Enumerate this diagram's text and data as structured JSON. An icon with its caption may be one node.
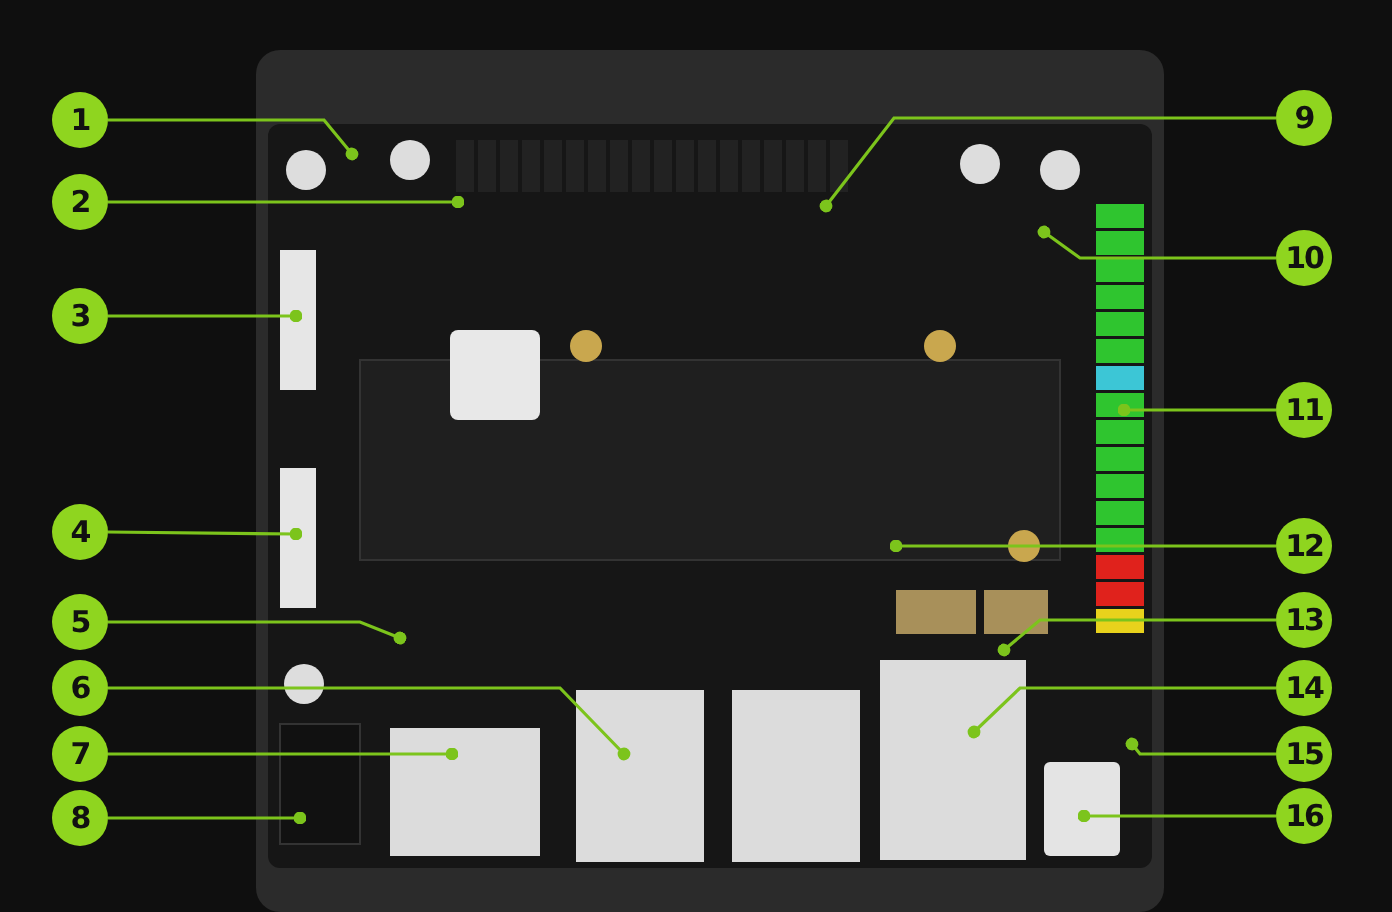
{
  "diagram": {
    "nodes": [
      {
        "text": [
          "1"
        ]
      },
      {
        "text": [
          "2"
        ]
      },
      {
        "text": [
          "3"
        ]
      },
      {
        "text": [
          "4"
        ]
      },
      {
        "text": [
          "5"
        ]
      },
      {
        "text": [
          "6"
        ]
      },
      {
        "text": [
          "7"
        ]
      },
      {
        "text": [
          "8"
        ]
      },
      {
        "text": [
          "9"
        ]
      },
      {
        "text": [
          "10"
        ]
      },
      {
        "text": [
          "11"
        ]
      },
      {
        "text": [
          "12"
        ]
      },
      {
        "text": [
          "13"
        ]
      },
      {
        "text": [
          "14"
        ]
      },
      {
        "text": [
          "15"
        ]
      },
      {
        "text": [
          "16"
        ]
      }
    ],
    "edges": [
      {
        "from": 0,
        "to": null,
        "arrow": "other"
      },
      {
        "from": 1,
        "to": null,
        "arrow": "other"
      },
      {
        "from": 2,
        "to": null,
        "arrow": "other"
      },
      {
        "from": 3,
        "to": null,
        "arrow": "other"
      },
      {
        "from": 4,
        "to": null,
        "arrow": "other"
      },
      {
        "from": 5,
        "to": null,
        "arrow": "other"
      },
      {
        "from": 6,
        "to": null,
        "arrow": "other"
      },
      {
        "from": 7,
        "to": null,
        "arrow": "other"
      },
      {
        "from": 8,
        "to": null,
        "arrow": "other"
      },
      {
        "from": 9,
        "to": null,
        "arrow": "other"
      },
      {
        "from": 10,
        "to": null,
        "arrow": "other"
      },
      {
        "from": 11,
        "to": null,
        "arrow": "other"
      },
      {
        "from": 12,
        "to": null,
        "arrow": "other"
      },
      {
        "from": 13,
        "to": null,
        "arrow": "other"
      },
      {
        "from": 14,
        "to": null,
        "arrow": "other"
      },
      {
        "from": 15,
        "to": null,
        "arrow": "other"
      }
    ]
  }
}
